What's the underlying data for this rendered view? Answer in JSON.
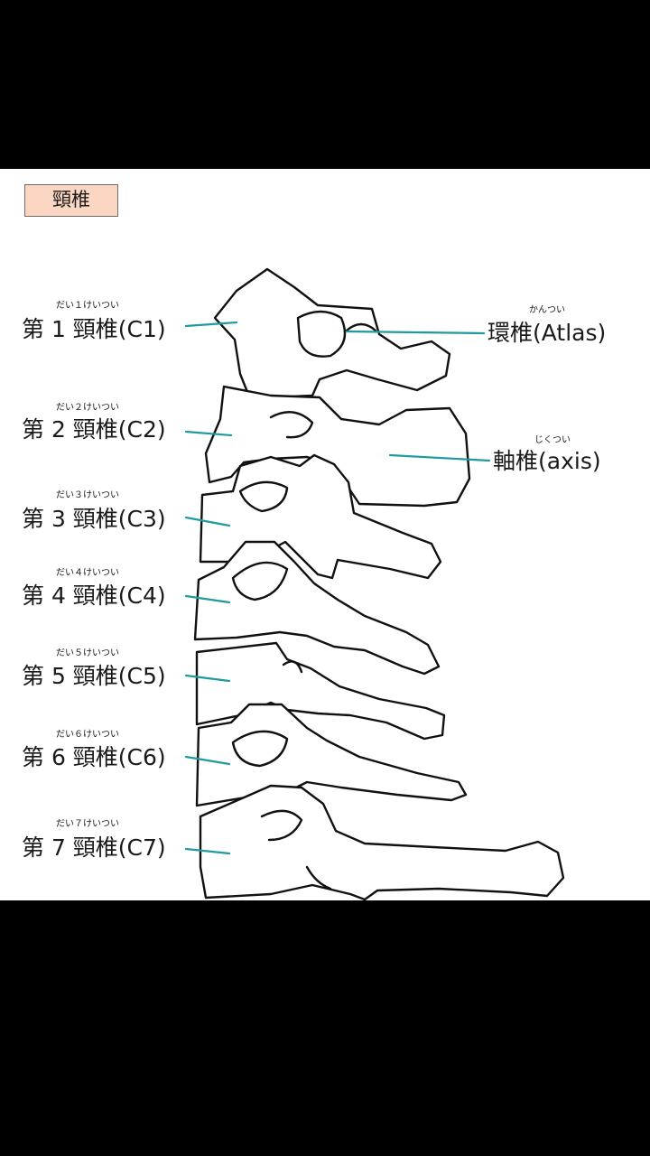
{
  "title": "頸椎",
  "colors": {
    "background": "#000000",
    "panel": "#ffffff",
    "title_fill": "#fbd6c2",
    "leader_line": "#1f9aa0",
    "outline": "#111111"
  },
  "labels": {
    "c1": {
      "ruby": "だい１けいつい",
      "text": "第 1 頸椎(C1)"
    },
    "c2": {
      "ruby": "だい２けいつい",
      "text": "第 2 頸椎(C2)"
    },
    "c3": {
      "ruby": "だい３けいつい",
      "text": "第 3 頸椎(C3)"
    },
    "c4": {
      "ruby": "だい４けいつい",
      "text": "第 4 頸椎(C4)"
    },
    "c5": {
      "ruby": "だい５けいつい",
      "text": "第 5 頸椎(C5)"
    },
    "c6": {
      "ruby": "だい６けいつい",
      "text": "第 6 頸椎(C6)"
    },
    "c7": {
      "ruby": "だい７けいつい",
      "text": "第 7 頸椎(C7)"
    },
    "atlas": {
      "ruby": "かんつい",
      "text": "環椎(Atlas)"
    },
    "axis": {
      "ruby": "じくつい",
      "text": "軸椎(axis)"
    }
  }
}
